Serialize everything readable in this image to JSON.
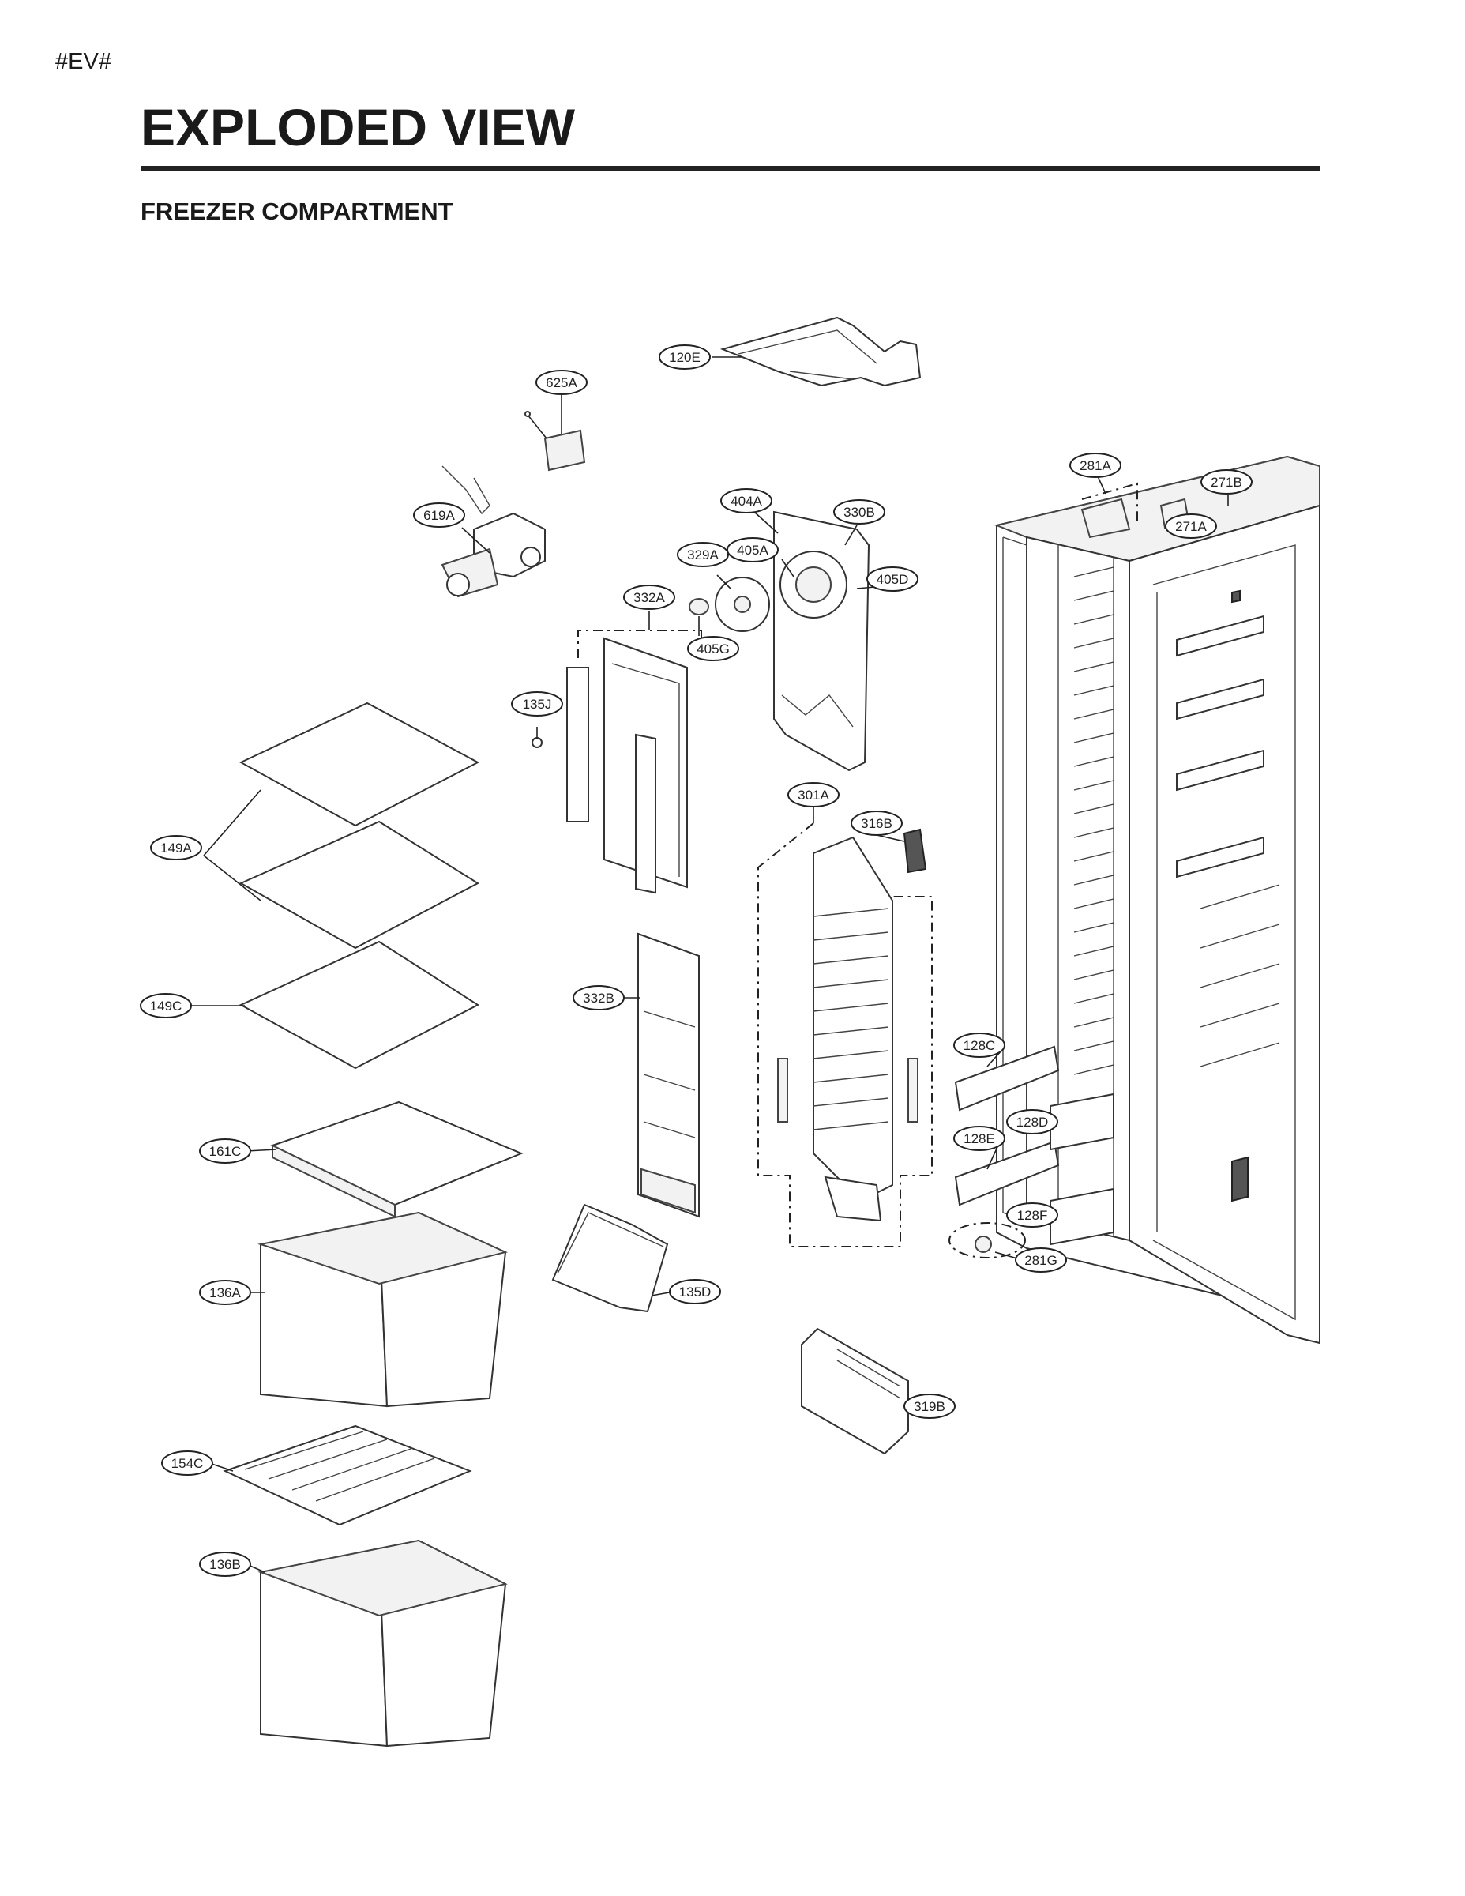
{
  "header": {
    "code": "#EV#",
    "title": "EXPLODED VIEW",
    "subtitle": "FREEZER COMPARTMENT"
  },
  "parts": [
    {
      "id": "120E",
      "label": "120E"
    },
    {
      "id": "625A",
      "label": "625A"
    },
    {
      "id": "619A",
      "label": "619A"
    },
    {
      "id": "404A",
      "label": "404A"
    },
    {
      "id": "330B",
      "label": "330B"
    },
    {
      "id": "405A",
      "label": "405A"
    },
    {
      "id": "329A",
      "label": "329A"
    },
    {
      "id": "405D",
      "label": "405D"
    },
    {
      "id": "332A",
      "label": "332A"
    },
    {
      "id": "405G",
      "label": "405G"
    },
    {
      "id": "135J",
      "label": "135J"
    },
    {
      "id": "281A",
      "label": "281A"
    },
    {
      "id": "271B",
      "label": "271B"
    },
    {
      "id": "271A",
      "label": "271A"
    },
    {
      "id": "149A",
      "label": "149A"
    },
    {
      "id": "301A",
      "label": "301A"
    },
    {
      "id": "316B",
      "label": "316B"
    },
    {
      "id": "149C",
      "label": "149C"
    },
    {
      "id": "332B",
      "label": "332B"
    },
    {
      "id": "128C",
      "label": "128C"
    },
    {
      "id": "128D",
      "label": "128D"
    },
    {
      "id": "128E",
      "label": "128E"
    },
    {
      "id": "161C",
      "label": "161C"
    },
    {
      "id": "128F",
      "label": "128F"
    },
    {
      "id": "281G",
      "label": "281G"
    },
    {
      "id": "135D",
      "label": "135D"
    },
    {
      "id": "136A",
      "label": "136A"
    },
    {
      "id": "319B",
      "label": "319B"
    },
    {
      "id": "154C",
      "label": "154C"
    },
    {
      "id": "136B",
      "label": "136B"
    }
  ]
}
